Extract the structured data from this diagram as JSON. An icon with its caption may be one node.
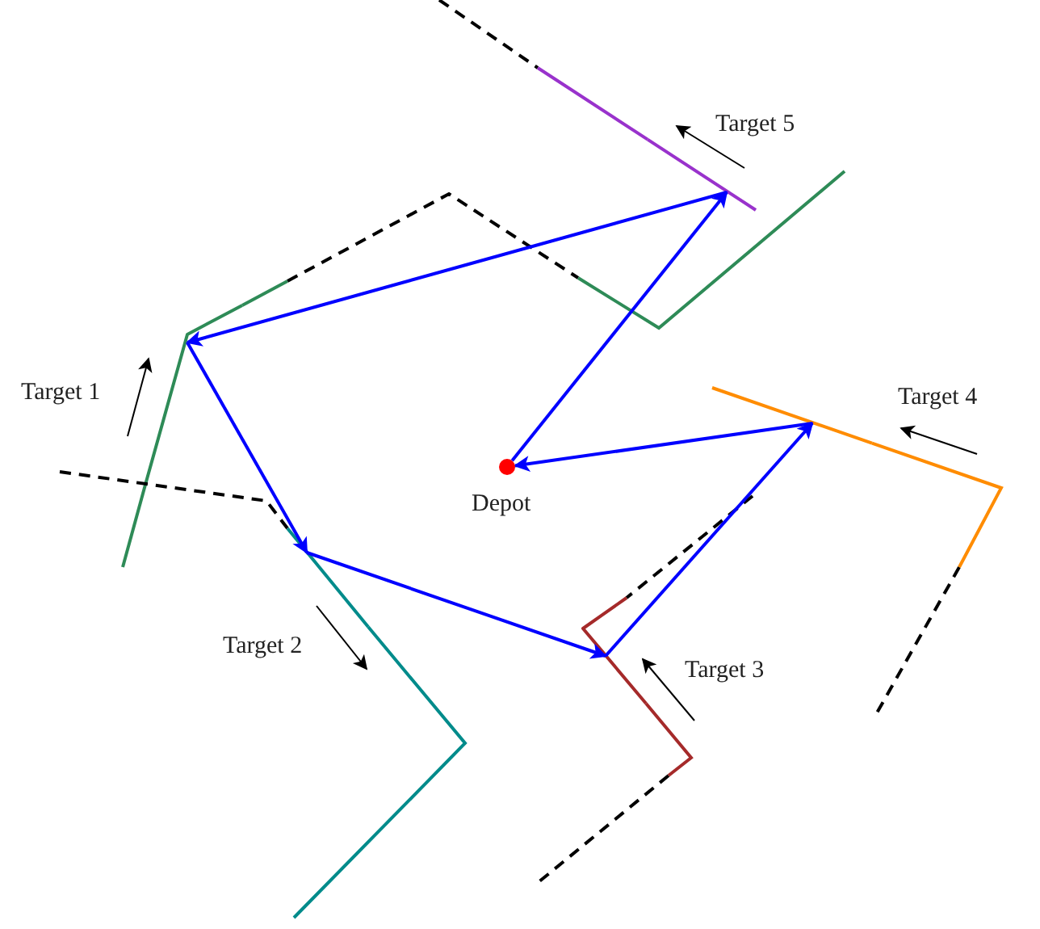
{
  "diagram": {
    "nodes": [
      {
        "text": [],
        "shape": "circle",
        "beside": [
          "Depot"
        ]
      },
      {
        "text": [],
        "shape": "line",
        "beside": [
          "Target 1"
        ]
      },
      {
        "text": [],
        "shape": "line",
        "beside": [
          "Target 2"
        ]
      },
      {
        "text": [],
        "shape": "line",
        "beside": [
          "Target 5"
        ]
      },
      {
        "text": [],
        "shape": "line",
        "beside": [
          "Target 3"
        ]
      },
      {
        "text": [],
        "shape": "line",
        "beside": [
          "Target 4"
        ]
      }
    ],
    "edges": [
      {
        "from": 0,
        "to": 3,
        "arrow": "to"
      },
      {
        "from": 3,
        "to": 1,
        "arrow": "to"
      },
      {
        "from": 1,
        "to": 2,
        "arrow": "to"
      },
      {
        "from": 2,
        "to": 4,
        "arrow": "to"
      },
      {
        "from": 4,
        "to": 5,
        "arrow": "to"
      },
      {
        "from": 5,
        "to": 0,
        "arrow": "to"
      }
    ]
  }
}
